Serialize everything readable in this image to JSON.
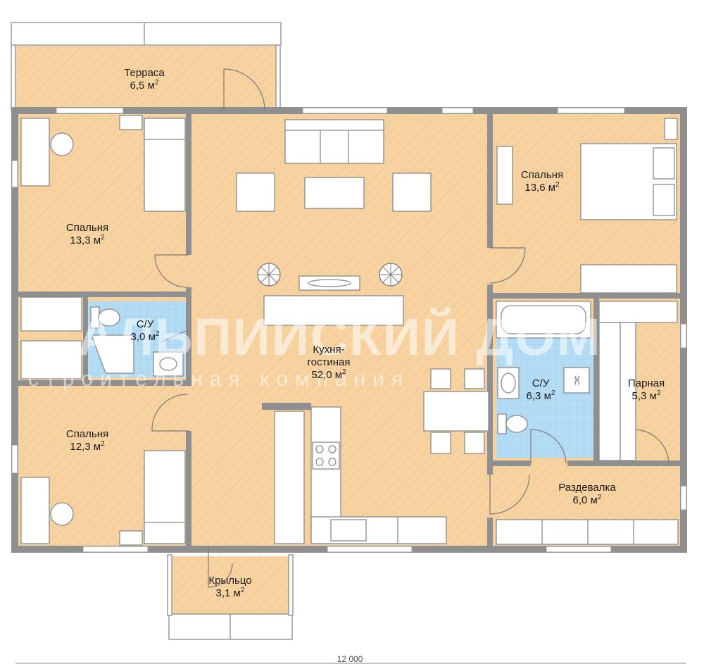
{
  "rooms": [
    {
      "id": "terrace",
      "name": "Терраса",
      "area": "6,5 м",
      "unit_sup": "2"
    },
    {
      "id": "bedroom1",
      "name": "Спальня",
      "area": "13,3 м",
      "unit_sup": "2"
    },
    {
      "id": "bath1",
      "name": "С/У",
      "area": "3,0 м",
      "unit_sup": "2"
    },
    {
      "id": "bedroom2",
      "name": "Спальня",
      "area": "12,3 м",
      "unit_sup": "2"
    },
    {
      "id": "living",
      "name": "Кухня-",
      "name2": "гостиная",
      "area": "52,0 м",
      "unit_sup": "2"
    },
    {
      "id": "bedroom3",
      "name": "Спальня",
      "area": "13,6 м",
      "unit_sup": "2"
    },
    {
      "id": "bath2",
      "name": "С/У",
      "area": "6,3 м",
      "unit_sup": "2"
    },
    {
      "id": "sauna",
      "name": "Парная",
      "area": "5,3 м",
      "unit_sup": "2"
    },
    {
      "id": "dressing",
      "name": "Раздевалка",
      "area": "6,0 м",
      "unit_sup": "2"
    },
    {
      "id": "porch",
      "name": "Крыльцо",
      "area": "3,1 м",
      "unit_sup": "2"
    }
  ],
  "fixtures": {
    "boiler_label": "ЭС"
  },
  "watermark": {
    "line1": "АЛЬПИЙСКИЙ ДОМ",
    "line2": "строительная компания"
  },
  "dimension": {
    "total": "12 000"
  },
  "colors": {
    "floor": "#f7d3a2",
    "wall": "#8f8f8f",
    "tile": "#b4dcf5",
    "furniture": "#ffffff",
    "line": "#7a7a7a"
  }
}
